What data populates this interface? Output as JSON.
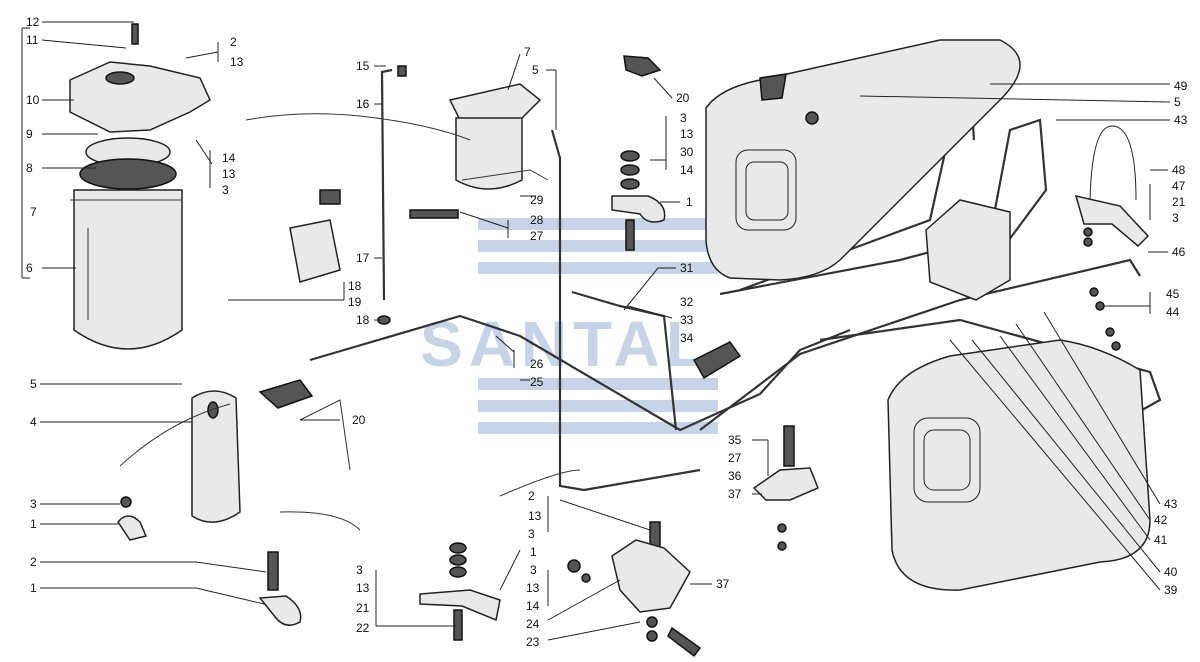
{
  "watermark": {
    "text": "SANTAL",
    "color": "#c7d3e6"
  },
  "colors": {
    "line": "#222222",
    "part_fill": "#e9e9e9"
  },
  "labels": [
    "12",
    "11",
    "2",
    "13",
    "10",
    "9",
    "8",
    "7",
    "6",
    "14",
    "13",
    "3",
    "15",
    "16",
    "17",
    "18",
    "19",
    "18",
    "7",
    "5",
    "29",
    "28",
    "27",
    "20",
    "3",
    "13",
    "30",
    "14",
    "1",
    "31",
    "32",
    "33",
    "34",
    "26",
    "25",
    "20",
    "5",
    "4",
    "3",
    "1",
    "2",
    "1",
    "35",
    "27",
    "36",
    "37",
    "2",
    "13",
    "3",
    "3",
    "13",
    "21",
    "22",
    "1",
    "3",
    "13",
    "14",
    "24",
    "23",
    "37",
    "49",
    "5",
    "43",
    "48",
    "47",
    "21",
    "3",
    "46",
    "45",
    "44",
    "43",
    "42",
    "41",
    "40",
    "39"
  ]
}
